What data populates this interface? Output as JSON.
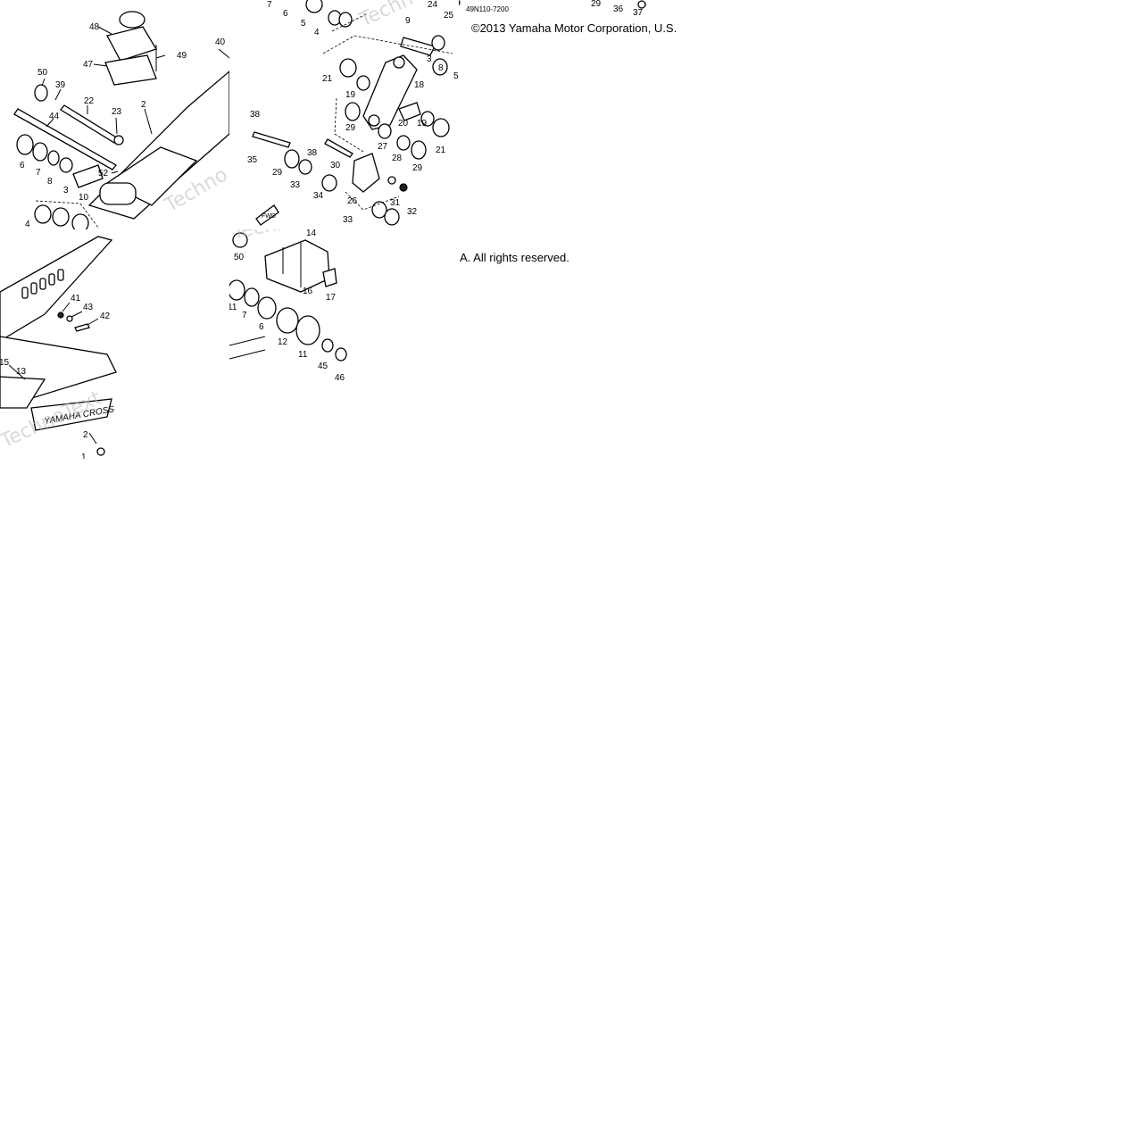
{
  "diagram": {
    "code": "49N110-7200",
    "copyright_line1": "©2013 Yamaha Motor Corporation, U.S.",
    "copyright_line2": "A. All rights reserved.",
    "direction_badge": "FWD",
    "decal_text": "YAMAHA CROSS",
    "watermark": "TechnoText"
  },
  "callouts": {
    "tile_a": [
      "48",
      "49",
      "47",
      "50",
      "39",
      "22",
      "23",
      "44",
      "6",
      "7",
      "8",
      "3",
      "10",
      "52",
      "2",
      "40",
      "4"
    ],
    "tile_b": [
      "7",
      "6",
      "5",
      "4",
      "24",
      "25",
      "9",
      "3",
      "8",
      "5",
      "21",
      "19",
      "18",
      "29",
      "20",
      "19",
      "21",
      "38",
      "35",
      "29",
      "33",
      "38",
      "30",
      "27",
      "28",
      "29",
      "34",
      "26",
      "31",
      "32",
      "33"
    ],
    "tile_c": [
      "29",
      "36",
      "37"
    ],
    "tile_d": [
      "41",
      "43",
      "42",
      "15",
      "13",
      "2",
      "1"
    ],
    "tile_e": [
      "14",
      "50",
      "16",
      "17",
      "11",
      "7",
      "6",
      "12",
      "11",
      "45",
      "46"
    ]
  }
}
